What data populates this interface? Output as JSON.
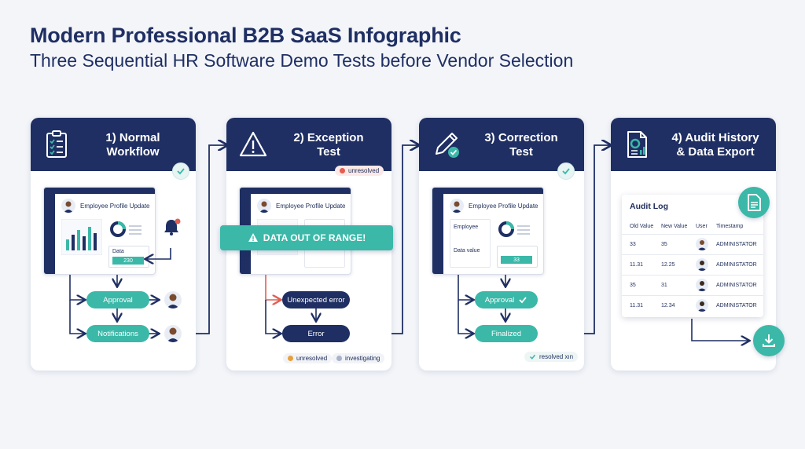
{
  "header": {
    "title": "Modern Professional B2B SaaS Infographic",
    "subtitle": "Three Sequential HR Software Demo Tests before Vendor Selection"
  },
  "colors": {
    "navy": "#1f2f63",
    "teal": "#3bb8a8",
    "red": "#e25d52",
    "bg": "#f3f5f9"
  },
  "cards": [
    {
      "title_line1": "1) Normal",
      "title_line2": "Workflow",
      "icon": "clipboard-checklist-icon",
      "window_title": "Employee Profile Update",
      "data_label": "Data",
      "data_value": "230",
      "step1": "Approval",
      "step2": "Notifications"
    },
    {
      "title_line1": "2) Exception",
      "title_line2": "Test",
      "icon": "warning-triangle-icon",
      "badge": "unresolved",
      "window_title": "Employee Profile Update",
      "banner": "DATA OUT OF RANGE!",
      "step1": "Unexpected error",
      "step2": "Error",
      "status1": "unresolved",
      "status2": "investigating"
    },
    {
      "title_line1": "3) Correction",
      "title_line2": "Test",
      "icon": "pencil-check-icon",
      "window_title": "Employee Profile Update",
      "field1": "Employee",
      "field2": "Data value",
      "data_value": "33",
      "step1": "Approval",
      "step2": "Finalized",
      "status": "resolved xın"
    },
    {
      "title_line1": "4) Audit History",
      "title_line2": "& Data Export",
      "icon": "report-chart-icon",
      "audit_title": "Audit Log",
      "columns": [
        "Old Value",
        "New Value",
        "User",
        "Timestamp"
      ],
      "rows": [
        {
          "old": "33",
          "new": "35",
          "user": "ADMINISTATOR"
        },
        {
          "old": "11.31",
          "new": "12.25",
          "user": "ADMINISTATOR"
        },
        {
          "old": "35",
          "new": "31",
          "user": "ADMINISTATOR"
        },
        {
          "old": "11.31",
          "new": "12.34",
          "user": "ADMINISTATOR"
        }
      ]
    }
  ]
}
